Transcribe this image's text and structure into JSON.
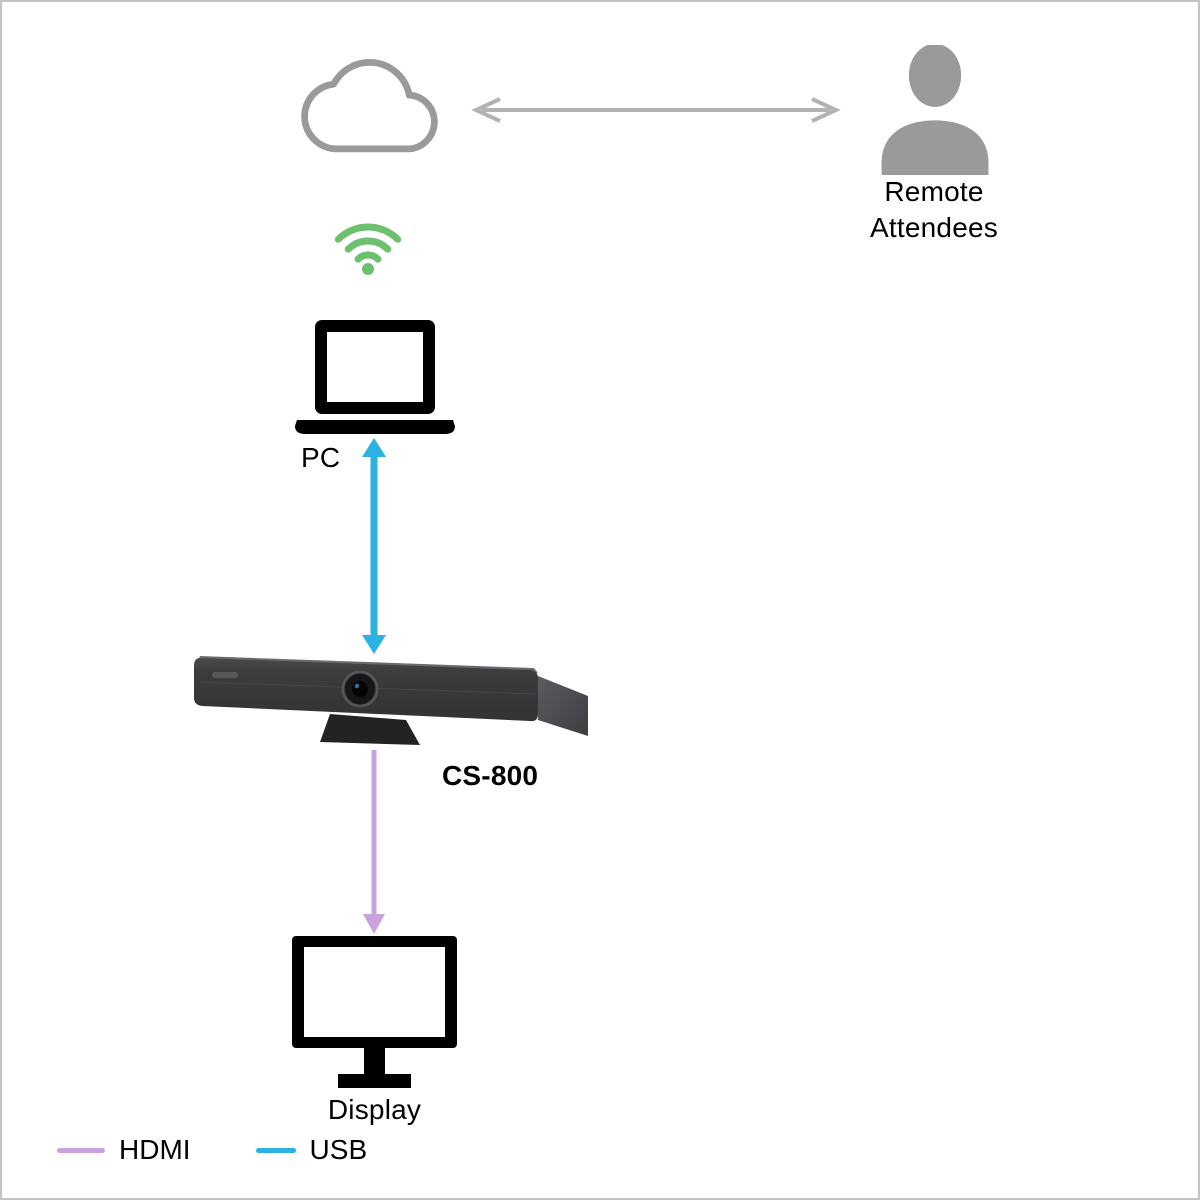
{
  "diagram": {
    "title_context": "CS-800 conferencing connection diagram",
    "labels": {
      "remote_attendees": "Remote Attendees",
      "pc": "PC",
      "device": "CS-800",
      "display": "Display"
    },
    "legend": [
      {
        "label": "HDMI",
        "color": "#c9a2e0"
      },
      {
        "label": "USB",
        "color": "#2bb2e2"
      }
    ],
    "colors": {
      "cloud_gray": "#9a9a9a",
      "arrow_gray": "#b3b3b3",
      "wifi_green": "#6cc06e",
      "usb_blue": "#2bb2e2",
      "hdmi_purple": "#c9a2e0",
      "person_gray": "#9a9a9a",
      "icon_black": "#000000",
      "device_body": "#3a3a3d"
    }
  }
}
